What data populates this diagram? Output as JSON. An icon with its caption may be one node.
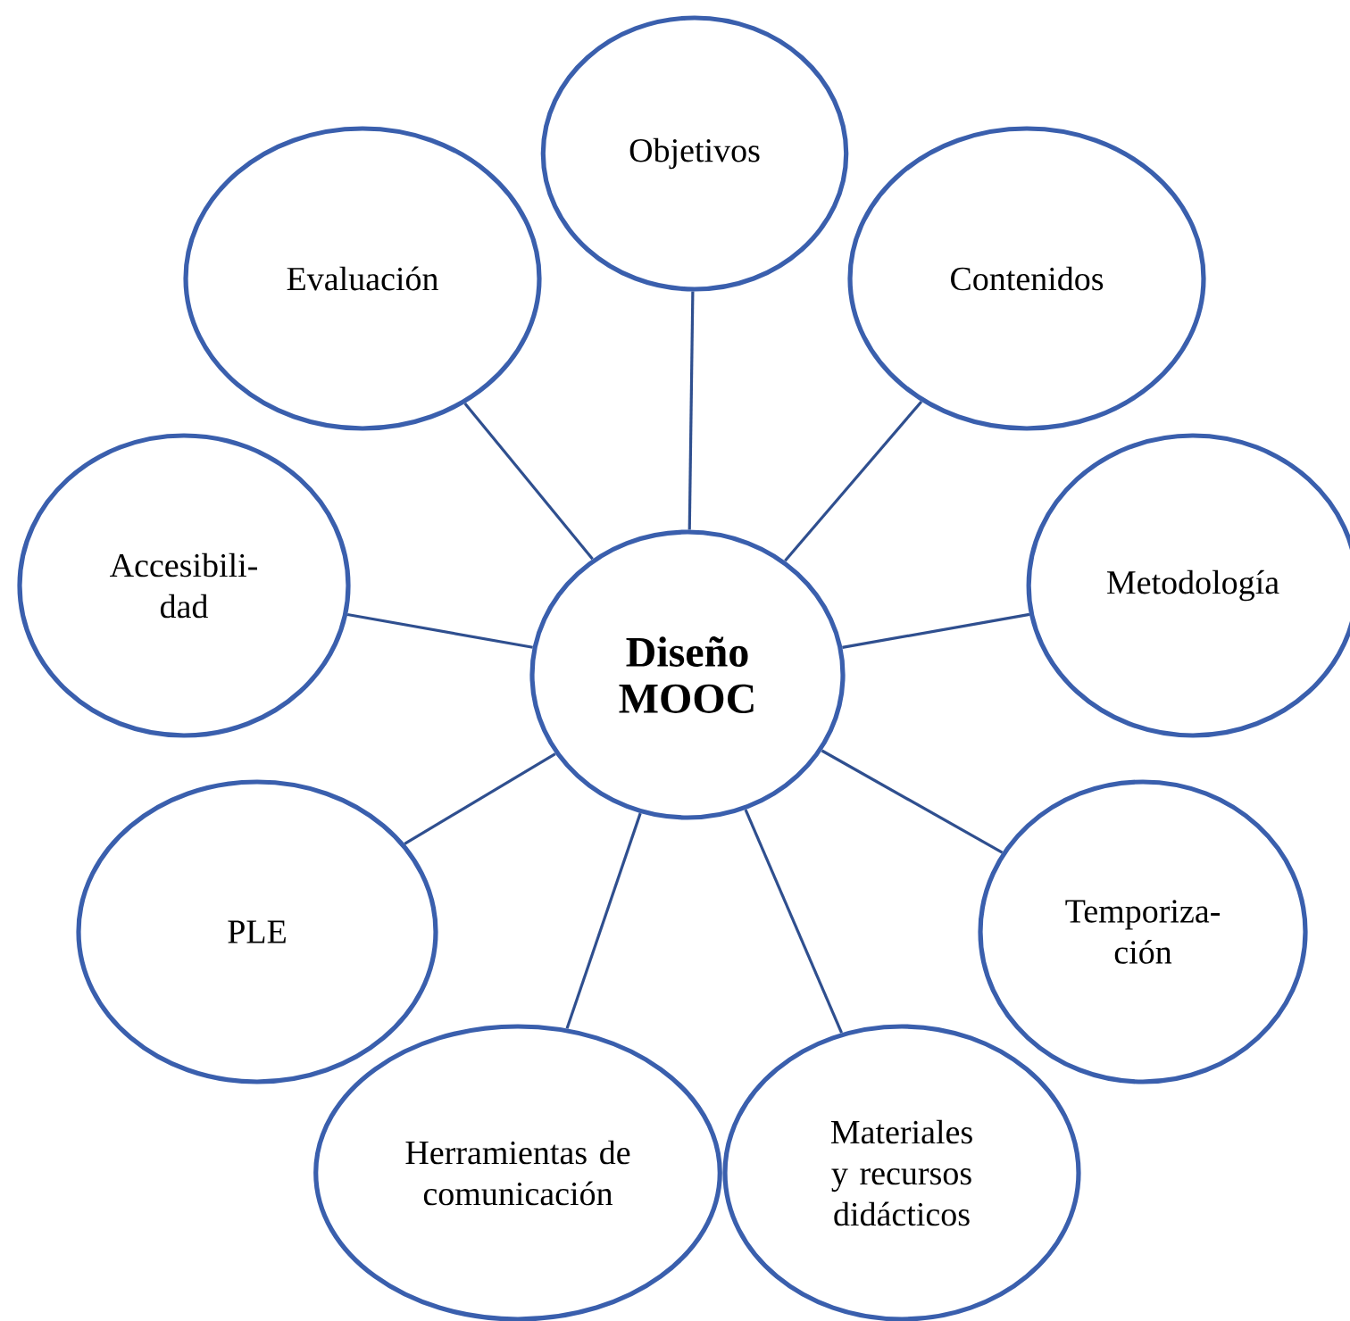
{
  "diagram": {
    "nodes": [
      {
        "text": [
          "Diseño MOOC"
        ]
      },
      {
        "text": [
          "Objetivos"
        ]
      },
      {
        "text": [
          "Contenidos"
        ]
      },
      {
        "text": [
          "Metodología"
        ]
      },
      {
        "text": [
          "Temporiza- ción"
        ]
      },
      {
        "text": [
          "Materiales y recursos didácticos"
        ]
      },
      {
        "text": [
          "Herramientas de comunicación"
        ]
      },
      {
        "text": [
          "PLE"
        ]
      },
      {
        "text": [
          "Accesibili- dad"
        ]
      },
      {
        "text": [
          "Evaluación"
        ]
      }
    ],
    "edges": [
      {
        "from": 0,
        "to": 1,
        "arrow": "none"
      },
      {
        "from": 0,
        "to": 2,
        "arrow": "none"
      },
      {
        "from": 0,
        "to": 3,
        "arrow": "none"
      },
      {
        "from": 0,
        "to": 4,
        "arrow": "none"
      },
      {
        "from": 0,
        "to": 5,
        "arrow": "none"
      },
      {
        "from": 0,
        "to": 6,
        "arrow": "none"
      },
      {
        "from": 0,
        "to": 7,
        "arrow": "none"
      },
      {
        "from": 0,
        "to": 8,
        "arrow": "none"
      },
      {
        "from": 0,
        "to": 9,
        "arrow": "none"
      }
    ]
  }
}
